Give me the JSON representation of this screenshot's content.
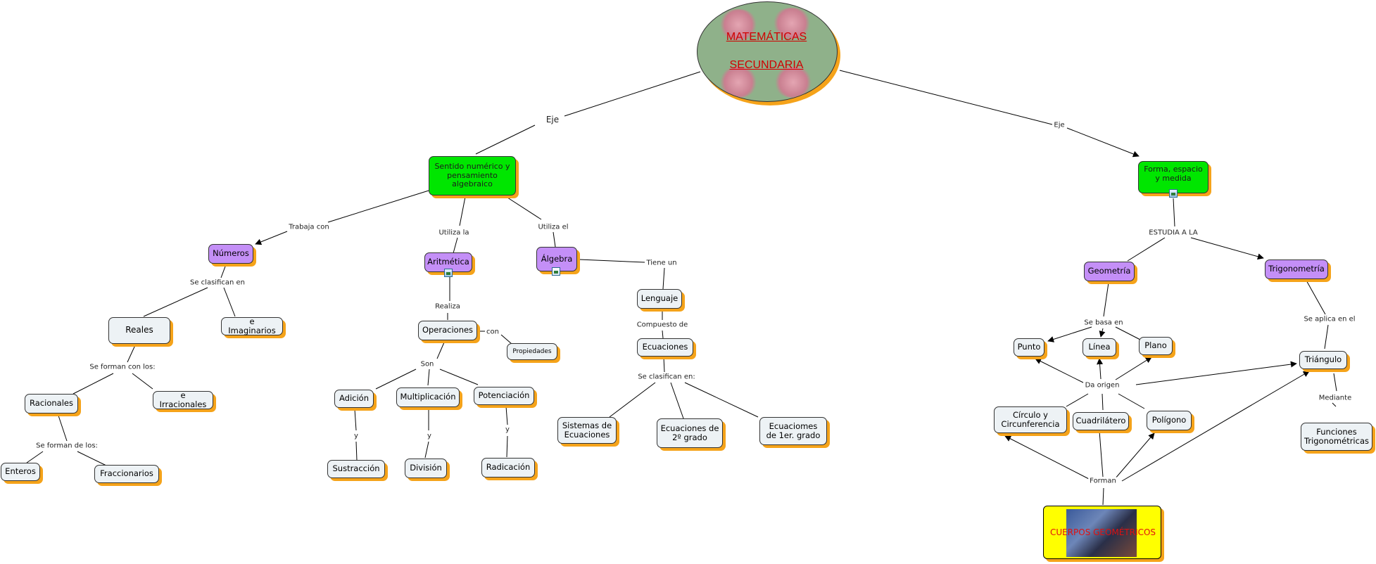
{
  "root": {
    "title_line1": "MATEMÁTICAS",
    "title_line2": "SECUNDARIA"
  },
  "nodes": {
    "sentido": "Sentido numérico y pensamiento algebraico",
    "forma": "Forma, espacio y medida",
    "numeros": "Números",
    "aritmetica": "Aritmética",
    "algebra": "Álgebra",
    "reales": "Reales",
    "imaginarios": "e Imaginarios",
    "racionales": "Racionales",
    "irracionales": "e Irracionales",
    "enteros": "Enteros",
    "fraccionarios": "Fraccionarios",
    "operaciones": "Operaciones",
    "propiedades": "Propiedades",
    "adicion": "Adición",
    "multiplicacion": "Multiplicación",
    "potenciacion": "Potenciación",
    "sustraccion": "Sustracción",
    "division": "División",
    "radicacion": "Radicación",
    "lenguaje": "Lenguaje",
    "ecuaciones": "Ecuaciones",
    "sistemas": "Sistemas de Ecuaciones",
    "ec2grado": "Ecuaciones de 2º grado",
    "ec1grado": "Ecuaciomes de 1er. grado",
    "geometria": "Geometría",
    "trigonometria": "Trigonometría",
    "punto": "Punto",
    "linea": "Línea",
    "plano": "Plano",
    "triangulo": "Triángulo",
    "circulo": "Círculo y Circunferencia",
    "cuadrilatero": "Cuadrilátero",
    "poligono": "Polígono",
    "funciones": "Funciones Trigonométricas",
    "cuerpos": "CUERPOS GEOMÉTRICOS"
  },
  "links": {
    "eje_left": "Eje",
    "eje_right": "Eje",
    "trabaja_con": "Trabaja con",
    "utiliza_la": "Utiliza la",
    "utiliza_el": "Utiliza el",
    "se_clasifican_en": "Se clasifican en",
    "se_forman_con_los": "Se forman con los:",
    "se_forman_de_los": "Se forman de los:",
    "realiza": "Realiza",
    "con": "con",
    "son": "Son",
    "y1": "y",
    "y2": "y",
    "y3": "y",
    "tiene_un": "Tiene un",
    "compuesto_de": "Compuesto de",
    "se_clasifican_en2": "Se clasifican en:",
    "estudia_a_la": "ESTUDIA A LA",
    "se_basa_en": "Se basa en",
    "da_origen": "Da origen",
    "forman": "Forman",
    "se_aplica_en_el": "Se aplica  en el",
    "mediante": "Mediante"
  },
  "icons": [
    "image-resource-icon",
    "image-resource-icon",
    "document-resource-icon",
    "image-resource-icon"
  ],
  "colors": {
    "concept": "#edf2f5",
    "category": "#c48ff7",
    "axis": "#00e600",
    "highlight": "#ffff00",
    "shadow": "#f5a31a",
    "title": "#d00000"
  }
}
